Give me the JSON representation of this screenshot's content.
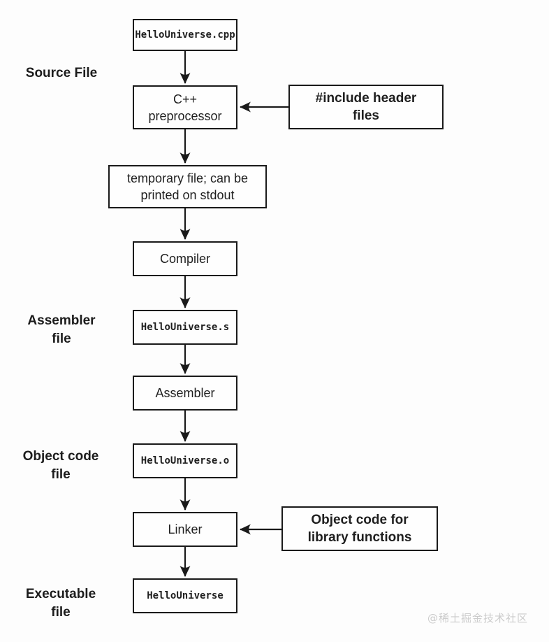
{
  "side_labels": {
    "source_file": "Source File",
    "assembler_file": "Assembler\nfile",
    "object_code_file": "Object code\nfile",
    "executable_file": "Executable\nfile"
  },
  "nodes": {
    "source": "HelloUniverse.cpp",
    "preprocessor": "C++\npreprocessor",
    "include_headers": "#include header\nfiles",
    "temp_file": "temporary file; can be\nprinted on stdout",
    "compiler": "Compiler",
    "assembly_file": "HelloUniverse.s",
    "assembler": "Assembler",
    "object_file": "HelloUniverse.o",
    "linker": "Linker",
    "library_objects": "Object code for\nlibrary functions",
    "executable": "HelloUniverse"
  },
  "watermark": "@稀土掘金技术社区",
  "colors": {
    "line": "#1a1a1a",
    "box_fill": "#fefefe",
    "background": "#fdfdfd",
    "watermark": "#cccccc"
  }
}
